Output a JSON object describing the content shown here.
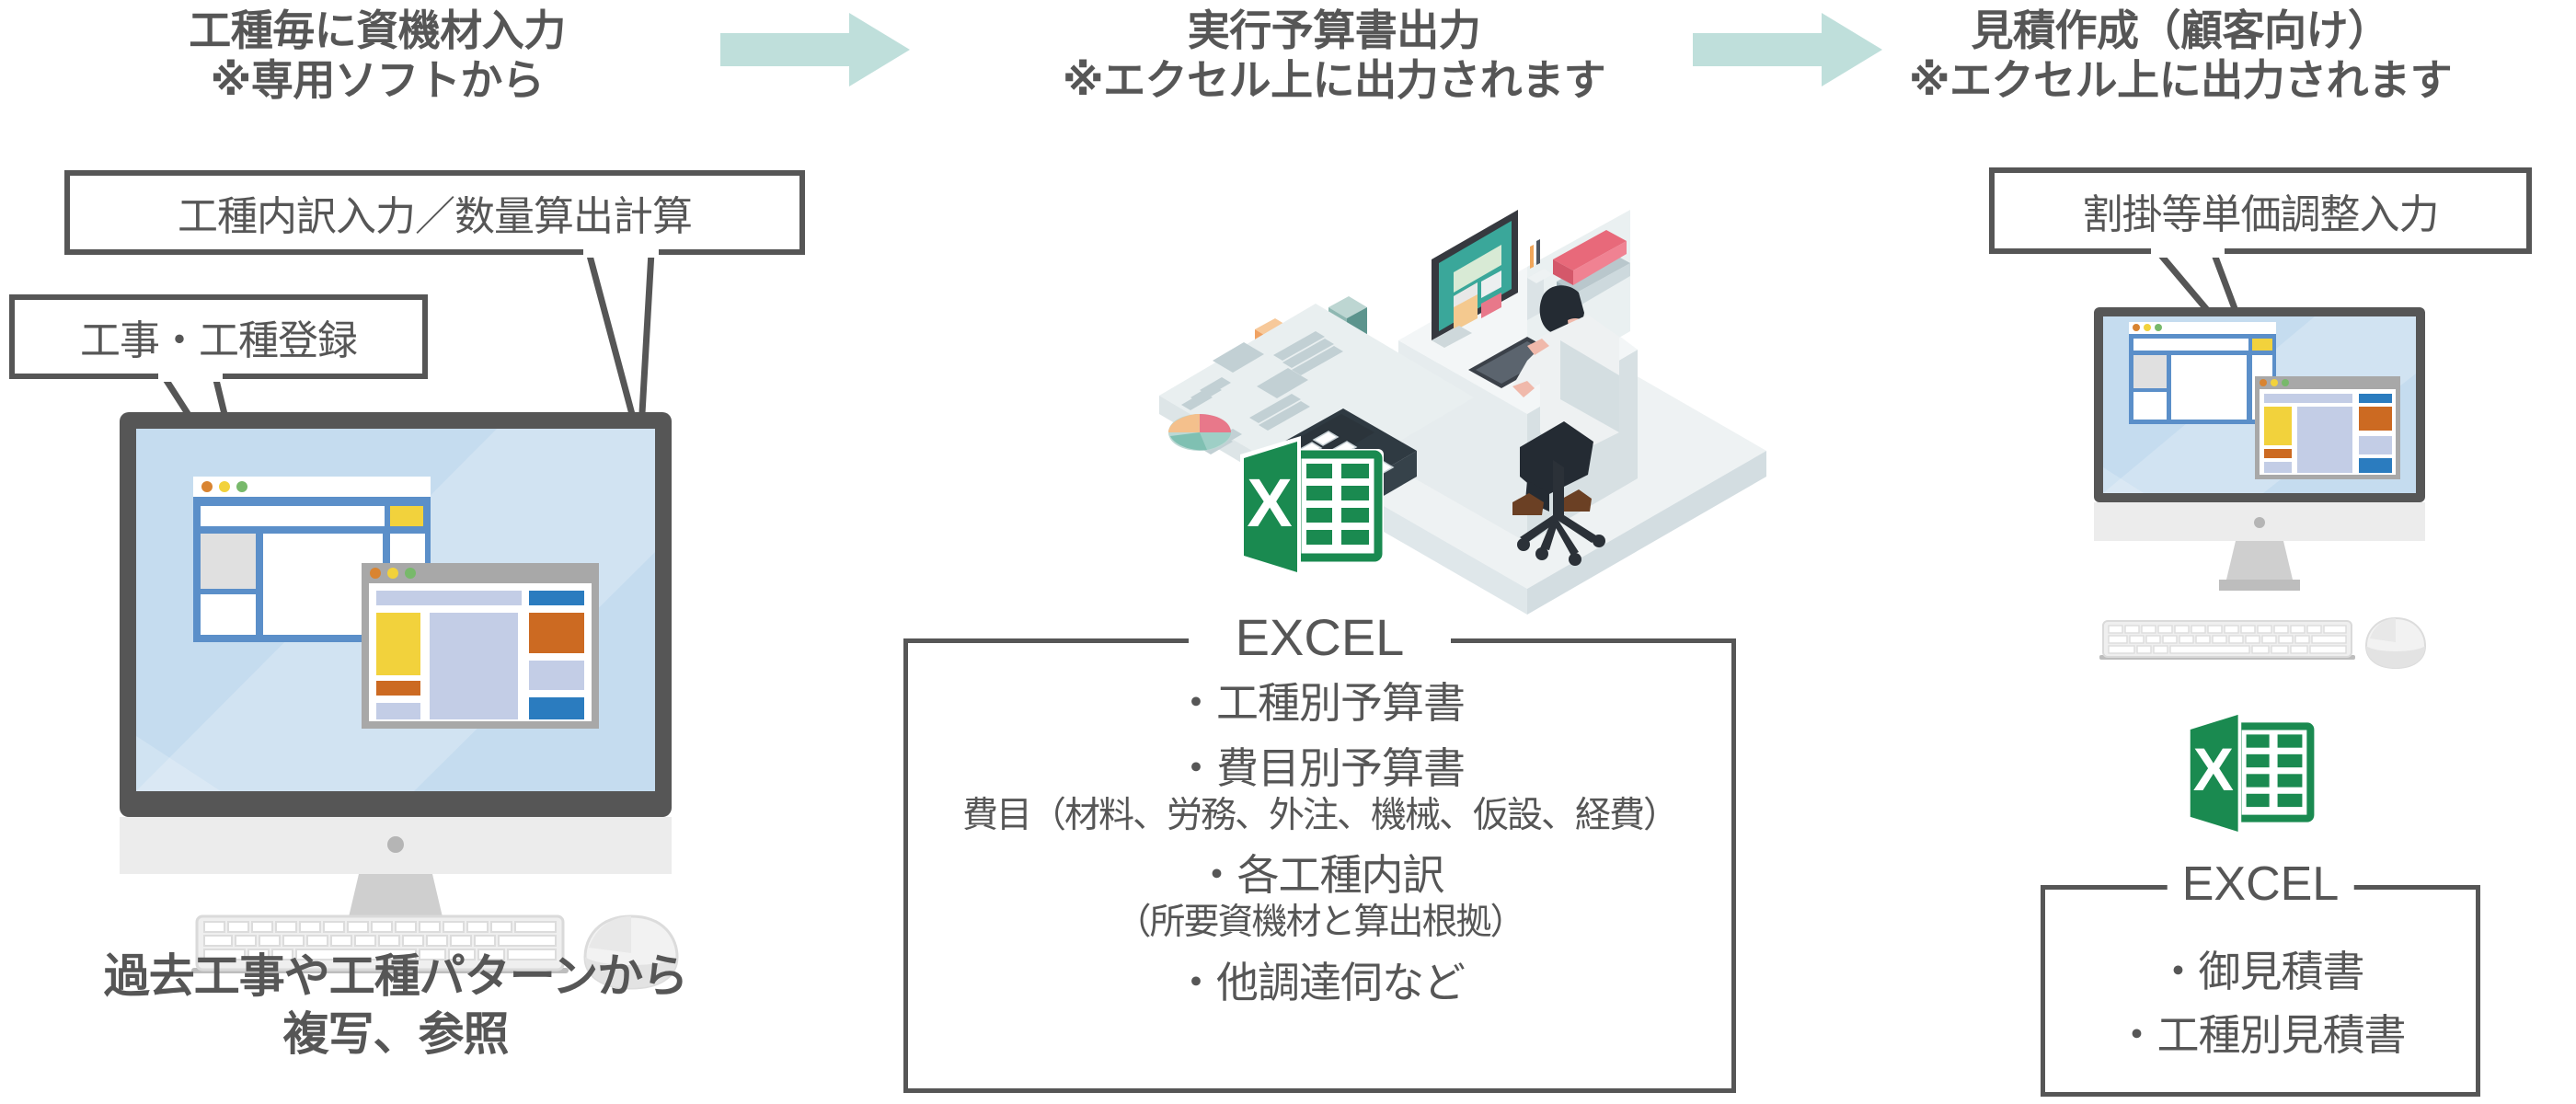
{
  "colors": {
    "text": "#565656",
    "arrow": "#bfdfdb",
    "excel_green": "#1a8a50",
    "screen_blue": "#c5dcef",
    "window_blue": "#5b8fc9",
    "accent_yellow": "#f2d23c",
    "accent_orange": "#cc6a22",
    "accent_blue": "#2b7cbf",
    "bezel": "#565656",
    "body_grey": "#e6e6e6"
  },
  "steps": [
    {
      "id": "step-1",
      "header": {
        "line1": "工種毎に資機材入力",
        "line2": "※専用ソフトから"
      },
      "callouts": [
        {
          "id": "callout-koshu-uchiwake",
          "label": "工種内訳入力／数量算出計算"
        },
        {
          "id": "callout-koji-toroku",
          "label": "工事・工種登録"
        }
      ],
      "caption": {
        "line1": "過去工事や工種パターンから",
        "line2": "複写、参照"
      }
    },
    {
      "id": "step-2",
      "header": {
        "line1": "実行予算書出力",
        "line2": "※エクセル上に出力されます"
      },
      "excel_label": "EXCEL",
      "output_list": [
        {
          "main": "・工種別予算書",
          "sub": null
        },
        {
          "main": "・費目別予算書",
          "sub": "費目（材料、労務、外注、機械、仮設、経費）"
        },
        {
          "main": "・各工種内訳",
          "sub": "（所要資機材と算出根拠）"
        },
        {
          "main": "・他調達伺など",
          "sub": null
        }
      ]
    },
    {
      "id": "step-3",
      "header": {
        "line1": "見積作成（顧客向け）",
        "line2": "※エクセル上に出力されます"
      },
      "callouts": [
        {
          "id": "callout-warikake",
          "label": "割掛等単価調整入力"
        }
      ],
      "excel_label": "EXCEL",
      "output_list": [
        {
          "main": "・御見積書",
          "sub": null
        },
        {
          "main": "・工種別見積書",
          "sub": null
        }
      ]
    }
  ],
  "icons": {
    "excel_logo_letter": "X",
    "arrow_1": "right-arrow-icon",
    "arrow_2": "right-arrow-icon"
  }
}
